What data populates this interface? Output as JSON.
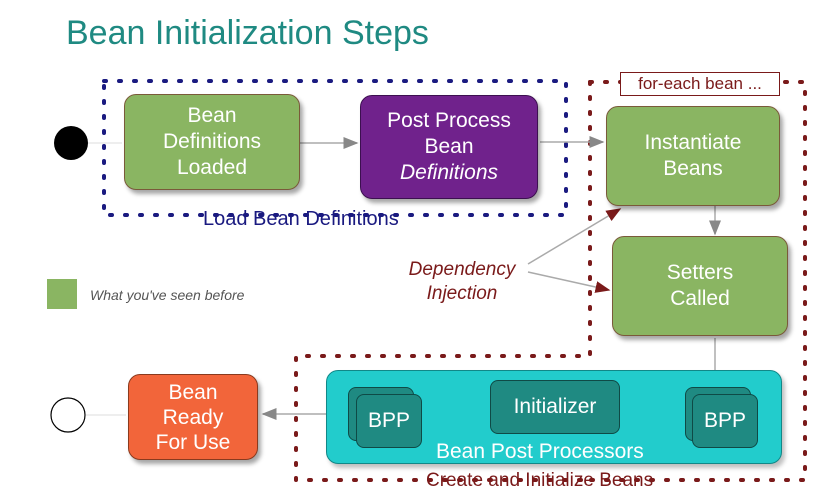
{
  "title": "Bean Initialization Steps",
  "nodes": {
    "bean_definitions_loaded": [
      "Bean",
      "Definitions",
      "Loaded"
    ],
    "post_process": [
      "Post Process",
      "Bean",
      "Definitions"
    ],
    "instantiate": [
      "Instantiate",
      "Beans"
    ],
    "setters": [
      "Setters",
      "Called"
    ],
    "initializer": "Initializer",
    "bpp_right": "BPP",
    "bpp_left": "BPP",
    "bean_ready": [
      "Bean",
      "Ready",
      "For Use"
    ]
  },
  "groups": {
    "load": "Load Bean Definitions",
    "for_each": "for-each bean ...",
    "bean_post_processors": "Bean Post Processors",
    "create_init": "Create and Initialize Beans"
  },
  "annotations": {
    "dependency_injection": [
      "Dependency",
      "Injection"
    ]
  },
  "legend": {
    "label": "What you've seen before",
    "color": "#8ab562"
  },
  "colors": {
    "title": "#1f8a82",
    "green": "#8ab562",
    "purple": "#70228c",
    "orange": "#f2653a",
    "teal": "#22cccc",
    "teal_dark": "#1f8a82",
    "navy": "#1a1a80",
    "maroon": "#7a1a1a"
  }
}
